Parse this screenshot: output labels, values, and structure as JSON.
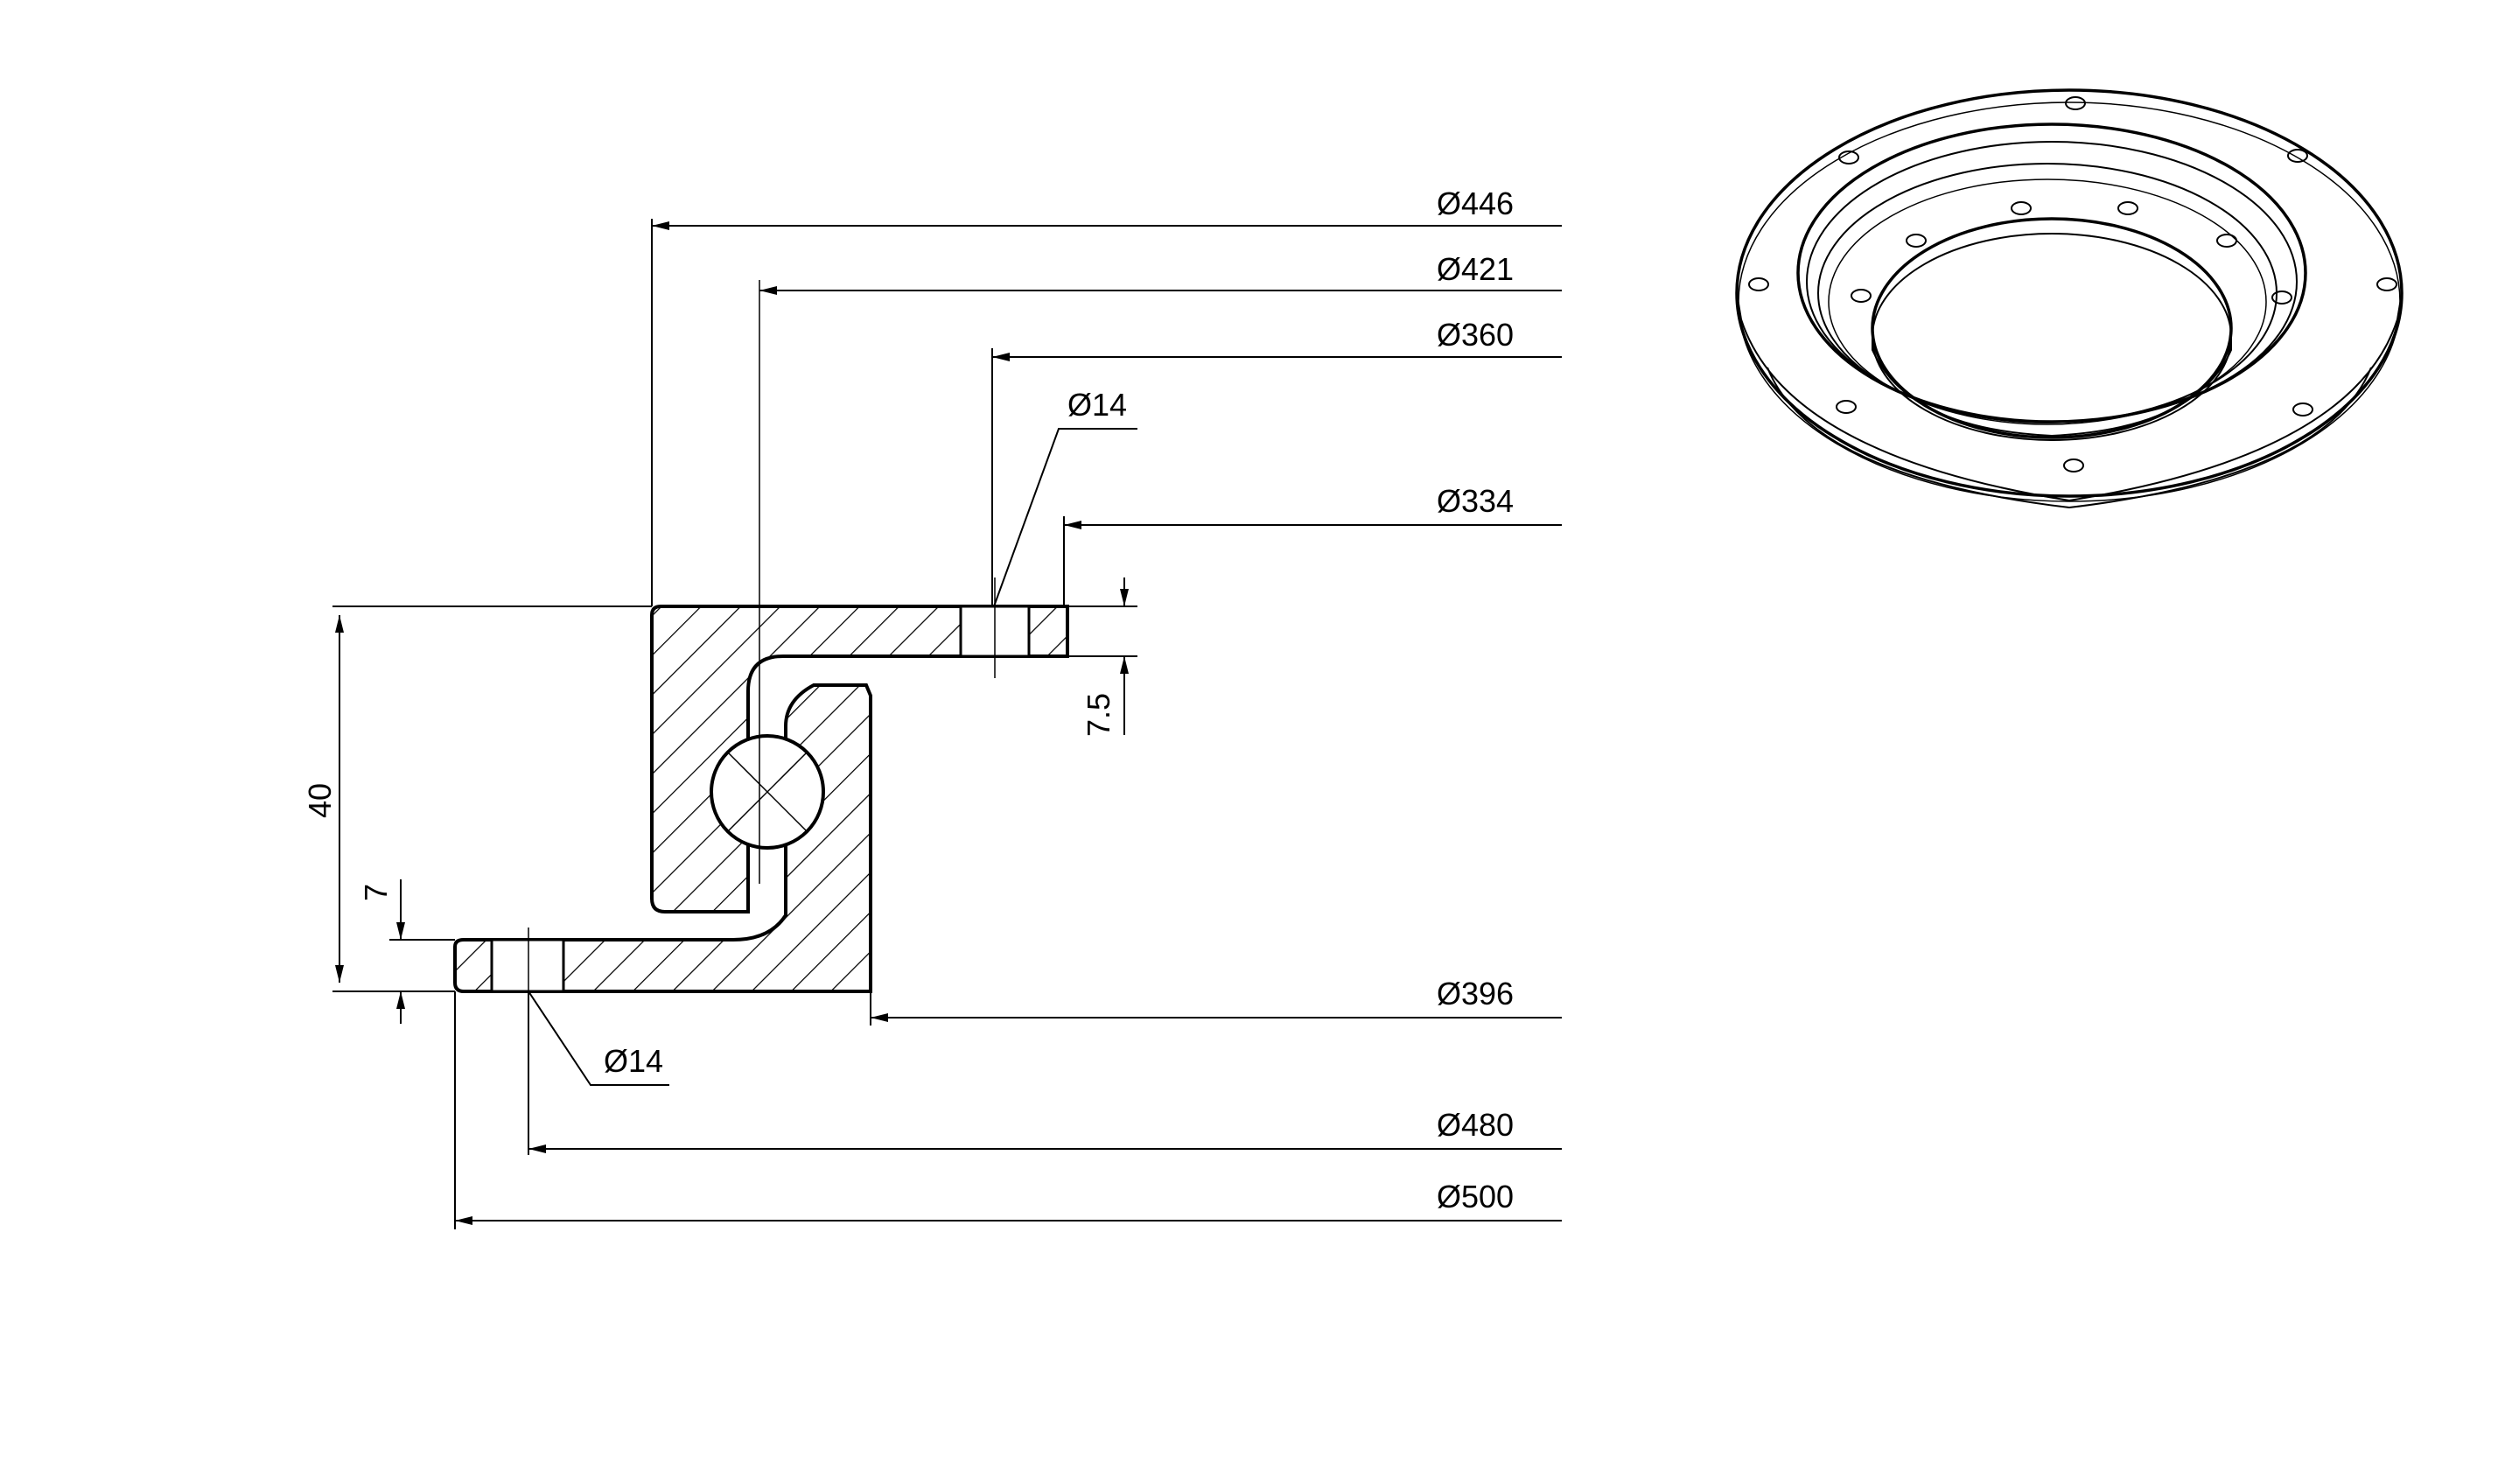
{
  "dimensions": {
    "d446": "Ø446",
    "d421": "Ø421",
    "d360": "Ø360",
    "d14_top": "Ø14",
    "d334": "Ø334",
    "t7_5": "7.5",
    "h40": "40",
    "t7": "7",
    "d396": "Ø396",
    "d14_bottom": "Ø14",
    "d480": "Ø480",
    "d500": "Ø500"
  },
  "colors": {
    "line": "#000000",
    "background": "#ffffff"
  }
}
